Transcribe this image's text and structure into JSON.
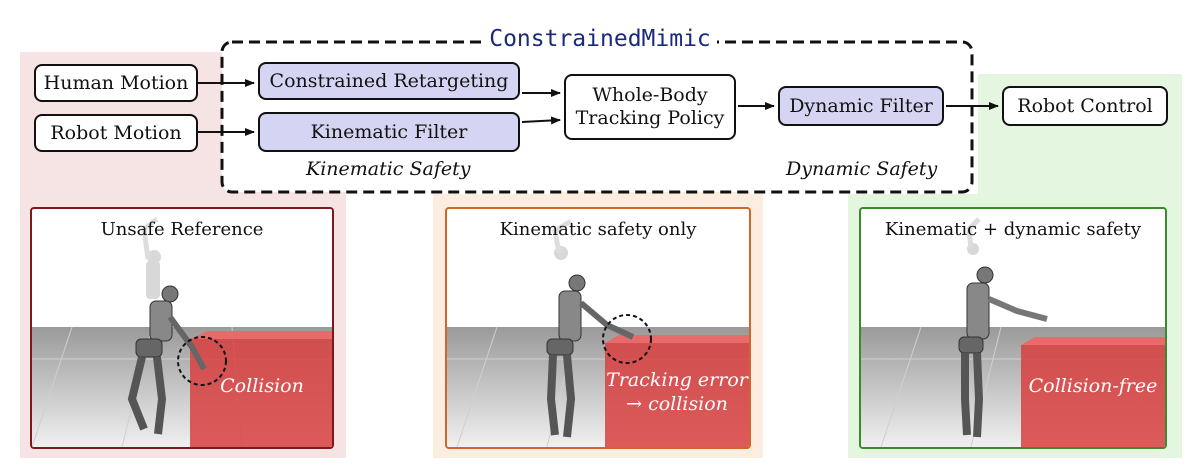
{
  "title": "ConstrainedMimic",
  "inputs": {
    "human_motion": "Human Motion",
    "robot_motion": "Robot Motion"
  },
  "kinematic": {
    "retargeting": "Constrained Retargeting",
    "filter": "Kinematic Filter",
    "safety_label": "Kinematic Safety"
  },
  "policy": {
    "line1": "Whole-Body",
    "line2": "Tracking Policy"
  },
  "dynamic": {
    "filter": "Dynamic Filter",
    "safety_label": "Dynamic Safety"
  },
  "output": {
    "robot_control": "Robot Control"
  },
  "panels": [
    {
      "title": "Unsafe Reference",
      "caption_line1": "Collision",
      "caption_line2": ""
    },
    {
      "title": "Kinematic safety only",
      "caption_line1": "Tracking error",
      "caption_line2": "→ collision"
    },
    {
      "title": "Kinematic + dynamic safety",
      "caption_line1": "Collision-free",
      "caption_line2": ""
    }
  ],
  "colors": {
    "title": "#1a2a7a",
    "block_fill": "#d5d5f3",
    "region_red": "#f6e3e3",
    "region_orange": "#fbeee1",
    "region_green": "#e4f5e0",
    "panel_red": "#7a1a1a",
    "panel_orange": "#d0662a",
    "panel_green": "#3a8a2a",
    "box_red": "#d94040"
  }
}
